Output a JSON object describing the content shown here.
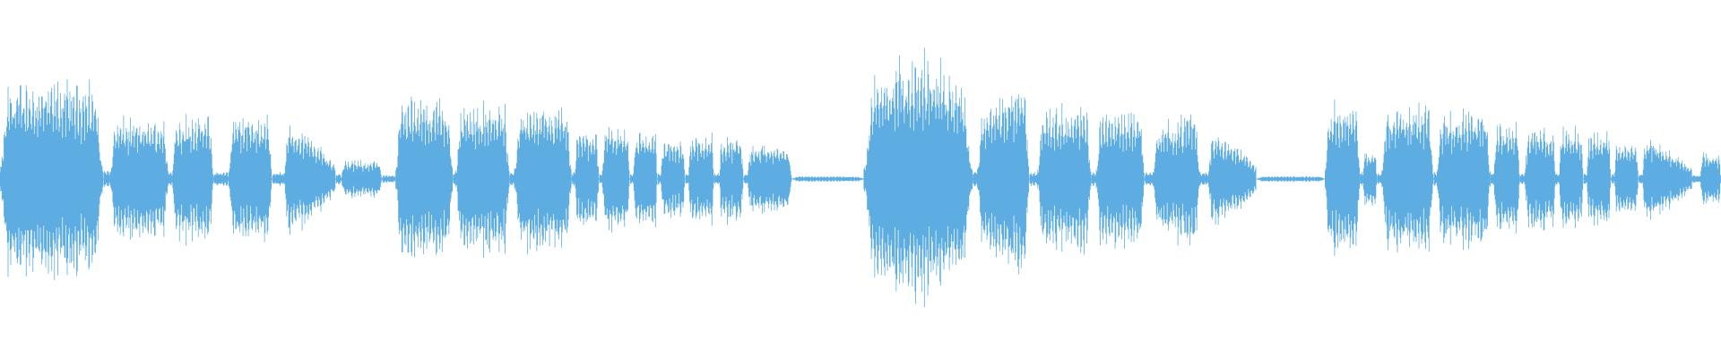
{
  "waveform": {
    "color": "#5dade2",
    "background": "#ffffff",
    "segments": [
      {
        "start": 0.0,
        "end": 0.06,
        "amp": 0.68,
        "profile": "flat"
      },
      {
        "start": 0.06,
        "end": 0.064,
        "amp": 0.06,
        "profile": "flat"
      },
      {
        "start": 0.064,
        "end": 0.098,
        "amp": 0.42,
        "profile": "flat"
      },
      {
        "start": 0.098,
        "end": 0.1,
        "amp": 0.05,
        "profile": "flat"
      },
      {
        "start": 0.1,
        "end": 0.124,
        "amp": 0.44,
        "profile": "flat"
      },
      {
        "start": 0.124,
        "end": 0.133,
        "amp": 0.05,
        "profile": "flat"
      },
      {
        "start": 0.133,
        "end": 0.158,
        "amp": 0.45,
        "profile": "flat"
      },
      {
        "start": 0.158,
        "end": 0.165,
        "amp": 0.05,
        "profile": "flat"
      },
      {
        "start": 0.165,
        "end": 0.195,
        "amp": 0.4,
        "profile": "decay"
      },
      {
        "start": 0.195,
        "end": 0.198,
        "amp": 0.04,
        "profile": "flat"
      },
      {
        "start": 0.198,
        "end": 0.222,
        "amp": 0.13,
        "profile": "flat"
      },
      {
        "start": 0.222,
        "end": 0.23,
        "amp": 0.03,
        "profile": "flat"
      },
      {
        "start": 0.23,
        "end": 0.263,
        "amp": 0.56,
        "profile": "flat"
      },
      {
        "start": 0.263,
        "end": 0.265,
        "amp": 0.05,
        "profile": "flat"
      },
      {
        "start": 0.265,
        "end": 0.296,
        "amp": 0.52,
        "profile": "flat"
      },
      {
        "start": 0.296,
        "end": 0.299,
        "amp": 0.05,
        "profile": "flat"
      },
      {
        "start": 0.299,
        "end": 0.332,
        "amp": 0.5,
        "profile": "flat"
      },
      {
        "start": 0.332,
        "end": 0.334,
        "amp": 0.05,
        "profile": "flat"
      },
      {
        "start": 0.334,
        "end": 0.348,
        "amp": 0.34,
        "profile": "flat"
      },
      {
        "start": 0.348,
        "end": 0.35,
        "amp": 0.04,
        "profile": "flat"
      },
      {
        "start": 0.35,
        "end": 0.366,
        "amp": 0.36,
        "profile": "flat"
      },
      {
        "start": 0.366,
        "end": 0.368,
        "amp": 0.04,
        "profile": "flat"
      },
      {
        "start": 0.368,
        "end": 0.382,
        "amp": 0.34,
        "profile": "flat"
      },
      {
        "start": 0.382,
        "end": 0.384,
        "amp": 0.04,
        "profile": "flat"
      },
      {
        "start": 0.384,
        "end": 0.398,
        "amp": 0.28,
        "profile": "flat"
      },
      {
        "start": 0.398,
        "end": 0.4,
        "amp": 0.04,
        "profile": "flat"
      },
      {
        "start": 0.4,
        "end": 0.415,
        "amp": 0.32,
        "profile": "flat"
      },
      {
        "start": 0.415,
        "end": 0.418,
        "amp": 0.04,
        "profile": "flat"
      },
      {
        "start": 0.418,
        "end": 0.432,
        "amp": 0.3,
        "profile": "flat"
      },
      {
        "start": 0.432,
        "end": 0.434,
        "amp": 0.04,
        "profile": "flat"
      },
      {
        "start": 0.434,
        "end": 0.46,
        "amp": 0.24,
        "profile": "flat"
      },
      {
        "start": 0.46,
        "end": 0.502,
        "amp": 0.02,
        "profile": "flat"
      },
      {
        "start": 0.502,
        "end": 0.565,
        "amp": 0.85,
        "profile": "peak"
      },
      {
        "start": 0.565,
        "end": 0.568,
        "amp": 0.06,
        "profile": "flat"
      },
      {
        "start": 0.568,
        "end": 0.598,
        "amp": 0.7,
        "profile": "rise"
      },
      {
        "start": 0.598,
        "end": 0.603,
        "amp": 0.05,
        "profile": "flat"
      },
      {
        "start": 0.603,
        "end": 0.634,
        "amp": 0.5,
        "profile": "flat"
      },
      {
        "start": 0.634,
        "end": 0.637,
        "amp": 0.05,
        "profile": "flat"
      },
      {
        "start": 0.637,
        "end": 0.665,
        "amp": 0.48,
        "profile": "flat"
      },
      {
        "start": 0.665,
        "end": 0.67,
        "amp": 0.05,
        "profile": "flat"
      },
      {
        "start": 0.67,
        "end": 0.697,
        "amp": 0.5,
        "profile": "rise"
      },
      {
        "start": 0.697,
        "end": 0.702,
        "amp": 0.05,
        "profile": "flat"
      },
      {
        "start": 0.702,
        "end": 0.73,
        "amp": 0.36,
        "profile": "decay"
      },
      {
        "start": 0.73,
        "end": 0.77,
        "amp": 0.02,
        "profile": "flat"
      },
      {
        "start": 0.77,
        "end": 0.79,
        "amp": 0.52,
        "profile": "flat"
      },
      {
        "start": 0.79,
        "end": 0.792,
        "amp": 0.05,
        "profile": "flat"
      },
      {
        "start": 0.792,
        "end": 0.8,
        "amp": 0.2,
        "profile": "flat"
      },
      {
        "start": 0.8,
        "end": 0.803,
        "amp": 0.04,
        "profile": "flat"
      },
      {
        "start": 0.803,
        "end": 0.833,
        "amp": 0.52,
        "profile": "flat"
      },
      {
        "start": 0.833,
        "end": 0.835,
        "amp": 0.05,
        "profile": "flat"
      },
      {
        "start": 0.835,
        "end": 0.866,
        "amp": 0.5,
        "profile": "flat"
      },
      {
        "start": 0.866,
        "end": 0.868,
        "amp": 0.05,
        "profile": "flat"
      },
      {
        "start": 0.868,
        "end": 0.883,
        "amp": 0.4,
        "profile": "flat"
      },
      {
        "start": 0.883,
        "end": 0.886,
        "amp": 0.04,
        "profile": "flat"
      },
      {
        "start": 0.886,
        "end": 0.904,
        "amp": 0.36,
        "profile": "flat"
      },
      {
        "start": 0.904,
        "end": 0.906,
        "amp": 0.04,
        "profile": "flat"
      },
      {
        "start": 0.906,
        "end": 0.92,
        "amp": 0.36,
        "profile": "flat"
      },
      {
        "start": 0.92,
        "end": 0.922,
        "amp": 0.04,
        "profile": "flat"
      },
      {
        "start": 0.922,
        "end": 0.936,
        "amp": 0.34,
        "profile": "flat"
      },
      {
        "start": 0.936,
        "end": 0.938,
        "amp": 0.04,
        "profile": "flat"
      },
      {
        "start": 0.938,
        "end": 0.952,
        "amp": 0.26,
        "profile": "flat"
      },
      {
        "start": 0.952,
        "end": 0.954,
        "amp": 0.04,
        "profile": "flat"
      },
      {
        "start": 0.954,
        "end": 0.983,
        "amp": 0.3,
        "profile": "decay"
      },
      {
        "start": 0.983,
        "end": 0.988,
        "amp": 0.03,
        "profile": "flat"
      },
      {
        "start": 0.988,
        "end": 1.0,
        "amp": 0.18,
        "profile": "flat"
      }
    ]
  }
}
